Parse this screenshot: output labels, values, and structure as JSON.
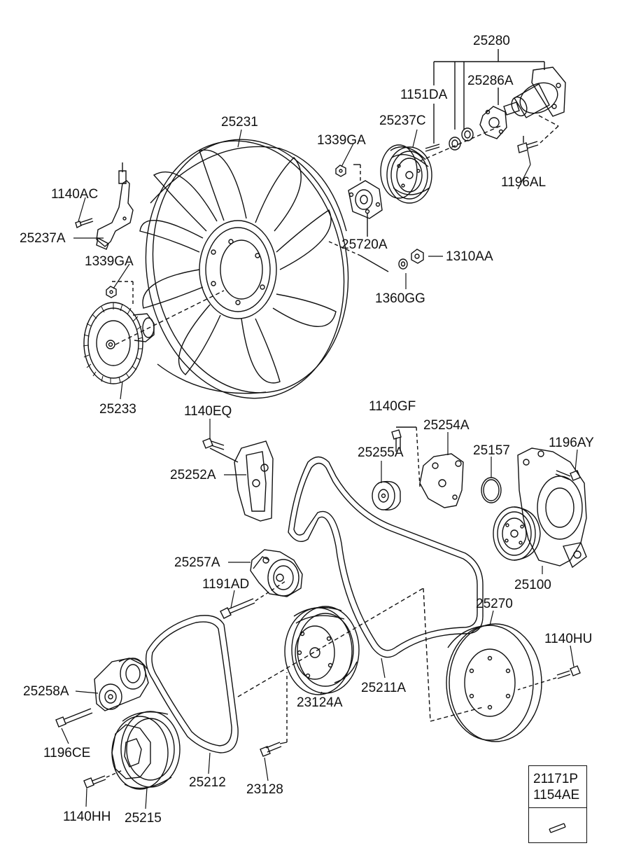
{
  "labels": {
    "p25280": "25280",
    "p25286A": "25286A",
    "p1151DA": "1151DA",
    "p25237C": "25237C",
    "p1339GA_top": "1339GA",
    "p25231": "25231",
    "p1196AL": "1196AL",
    "p1140AC": "1140AC",
    "p25237A": "25237A",
    "p25720A": "25720A",
    "p1310AA": "1310AA",
    "p1339GA_mid": "1339GA",
    "p1360GG": "1360GG",
    "p25233": "25233",
    "p1140EQ": "1140EQ",
    "p1140GF": "1140GF",
    "p25254A": "25254A",
    "p25255A": "25255A",
    "p25157": "25157",
    "p1196AY": "1196AY",
    "p25252A": "25252A",
    "p25257A": "25257A",
    "p1191AD": "1191AD",
    "p25100": "25100",
    "p25270": "25270",
    "p1140HU": "1140HU",
    "p25258A": "25258A",
    "p25211A": "25211A",
    "p23124A": "23124A",
    "p1196CE": "1196CE",
    "p25212": "25212",
    "p23128": "23128",
    "p1140HH": "1140HH",
    "p25215": "25215"
  },
  "legend": {
    "line1": "21171P",
    "line2": "1154AE"
  }
}
